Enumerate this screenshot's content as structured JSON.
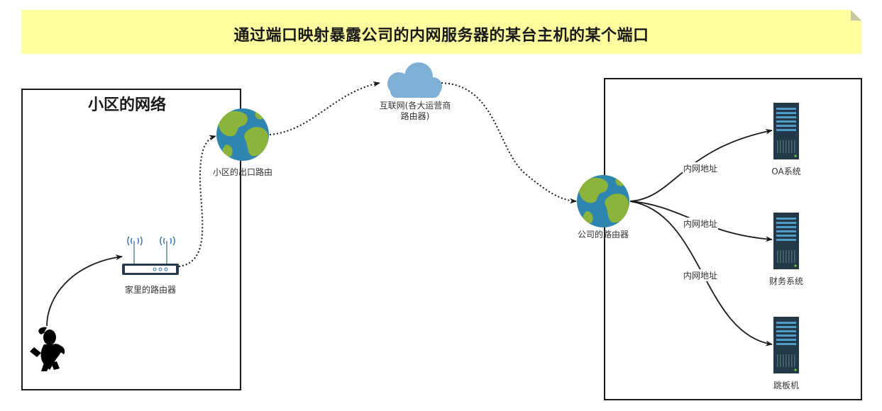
{
  "title": "通过端口映射暴露公司的内网服务器的某台主机的某个端口",
  "community": {
    "title": "小区的网络",
    "home_router": "家里的路由器",
    "exit_router": "小区的出口路由"
  },
  "internet": {
    "label_line1": "互联网(各大运营商",
    "label_line2": "路由器)"
  },
  "company": {
    "router": "公司的路由器",
    "servers": [
      "OA系统",
      "财务系统",
      "跳板机"
    ],
    "edge_label": "内网地址"
  },
  "colors": {
    "banner": "#ffff9f",
    "globe_ocean": "#2e86b0",
    "globe_land": "#8cb33a",
    "cloud": "#7eb0d5",
    "server": "#233947",
    "server_accent": "#4e9cc7"
  }
}
